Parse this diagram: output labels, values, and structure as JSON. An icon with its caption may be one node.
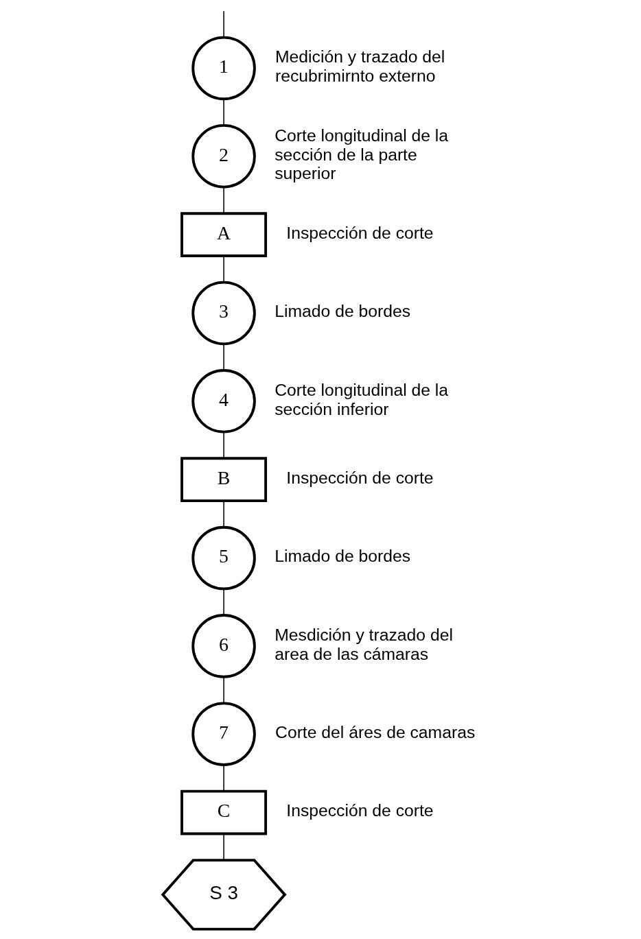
{
  "diagram": {
    "nodes": [
      {
        "text": [
          "1"
        ],
        "beside": [
          "Medición y trazado del recubrimirnto externo"
        ]
      },
      {
        "text": [
          "2"
        ],
        "beside": [
          "Corte longitudinal de la sección de la parte superior"
        ]
      },
      {
        "text": [
          "A"
        ],
        "beside": [
          "Inspección de corte"
        ]
      },
      {
        "text": [
          "3"
        ],
        "beside": [
          "Limado de bordes"
        ]
      },
      {
        "text": [
          "4"
        ],
        "beside": [
          "Corte longitudinal de la sección inferior"
        ]
      },
      {
        "text": [
          "B"
        ],
        "beside": [
          "Inspección de corte"
        ]
      },
      {
        "text": [
          "5"
        ],
        "beside": [
          "Limado de bordes"
        ]
      },
      {
        "text": [
          "6"
        ],
        "beside": [
          "Mesdición y trazado del area de las cámaras"
        ]
      },
      {
        "text": [
          "7"
        ],
        "beside": [
          "Corte del áres de camaras"
        ]
      },
      {
        "text": [
          "C"
        ],
        "beside": [
          "Inspección de corte"
        ]
      },
      {
        "text": [
          "S 3"
        ]
      }
    ],
    "edges": [
      {
        "from": null,
        "to": 0,
        "arrow": "none"
      },
      {
        "from": 0,
        "to": 1,
        "arrow": "none"
      },
      {
        "from": 1,
        "to": 2,
        "arrow": "none"
      },
      {
        "from": 2,
        "to": 3,
        "arrow": "none"
      },
      {
        "from": 3,
        "to": 4,
        "arrow": "none"
      },
      {
        "from": 4,
        "to": 5,
        "arrow": "none"
      },
      {
        "from": 5,
        "to": 6,
        "arrow": "none"
      },
      {
        "from": 6,
        "to": 7,
        "arrow": "none"
      },
      {
        "from": 7,
        "to": 8,
        "arrow": "none"
      },
      {
        "from": 8,
        "to": 9,
        "arrow": "none"
      },
      {
        "from": 9,
        "to": 10,
        "arrow": "none"
      }
    ]
  }
}
